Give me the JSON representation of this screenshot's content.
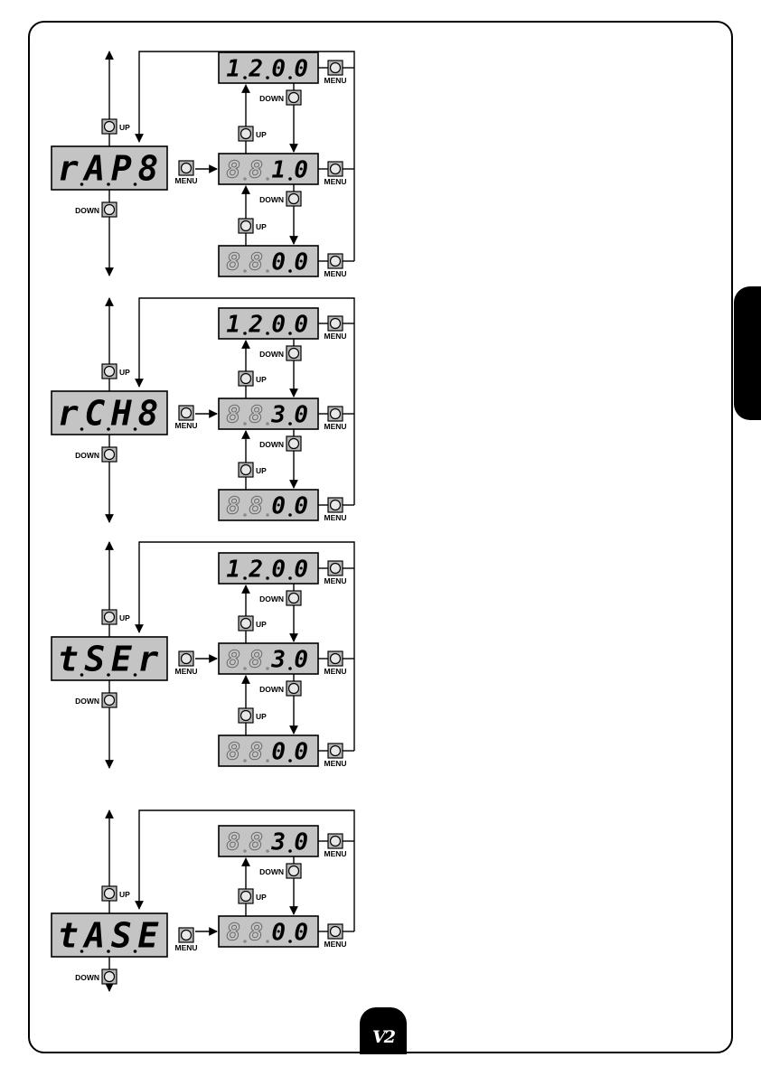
{
  "buttons": {
    "up": "UP",
    "down": "DOWN",
    "menu": "MENU"
  },
  "footer": {
    "page_mark": "V2"
  },
  "blocks": [
    {
      "param": [
        "r",
        "A",
        "P",
        "8"
      ],
      "values": [
        [
          "1",
          "2",
          "0",
          "0"
        ],
        [
          "8",
          "8",
          "1",
          "0"
        ],
        [
          "8",
          "8",
          "0",
          "0"
        ]
      ],
      "dim_digits": [
        [],
        [
          0,
          1
        ],
        [
          0,
          1
        ]
      ]
    },
    {
      "param": [
        "r",
        "C",
        "H",
        "8"
      ],
      "values": [
        [
          "1",
          "2",
          "0",
          "0"
        ],
        [
          "8",
          "8",
          "3",
          "0"
        ],
        [
          "8",
          "8",
          "0",
          "0"
        ]
      ],
      "dim_digits": [
        [],
        [
          0,
          1
        ],
        [
          0,
          1
        ]
      ]
    },
    {
      "param": [
        "t",
        "S",
        "E",
        "r"
      ],
      "values": [
        [
          "1",
          "2",
          "0",
          "0"
        ],
        [
          "8",
          "8",
          "3",
          "0"
        ],
        [
          "8",
          "8",
          "0",
          "0"
        ]
      ],
      "dim_digits": [
        [],
        [
          0,
          1
        ],
        [
          0,
          1
        ]
      ]
    },
    {
      "param": [
        "t",
        "A",
        "S",
        "E"
      ],
      "values": [
        [
          "8",
          "8",
          "3",
          "0"
        ],
        [
          "8",
          "8",
          "0",
          "0"
        ]
      ],
      "dim_digits": [
        [
          0,
          1
        ],
        [
          0,
          1
        ]
      ]
    }
  ]
}
